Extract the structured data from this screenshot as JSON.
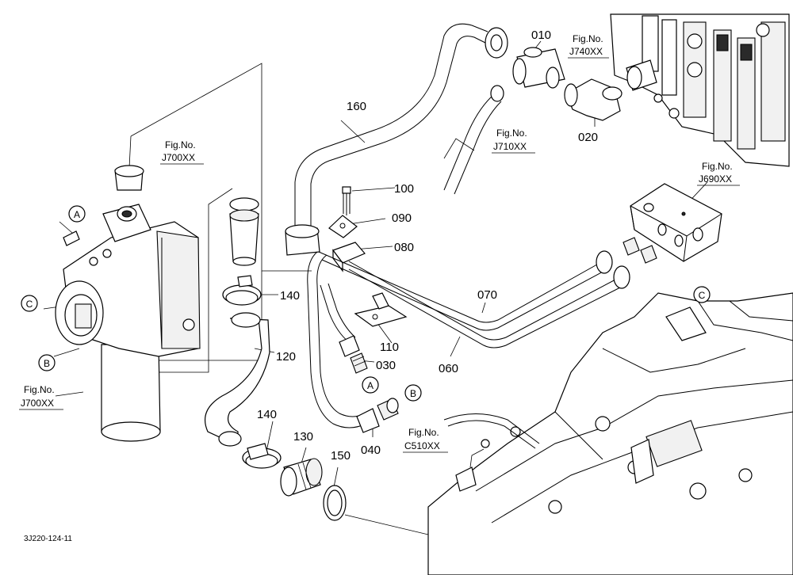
{
  "parts": {
    "p010": "010",
    "p020": "020",
    "p030": "030",
    "p040": "040",
    "p060": "060",
    "p070": "070",
    "p080": "080",
    "p090": "090",
    "p100": "100",
    "p110": "110",
    "p120": "120",
    "p130": "130",
    "p140a": "140",
    "p140b": "140",
    "p150": "150",
    "p160": "160"
  },
  "figure_refs": {
    "fig_label": "Fig.No.",
    "j740": "J740XX",
    "j710": "J710XX",
    "j700_top": "J700XX",
    "j700_bottom": "J700XX",
    "j690": "J690XX",
    "c510": "C510XX"
  },
  "callouts": {
    "a_left": "A",
    "b_left": "B",
    "c_left": "C",
    "a_mid": "A",
    "b_mid": "B",
    "c_right": "C"
  },
  "drawing_code": "3J220-124-11"
}
